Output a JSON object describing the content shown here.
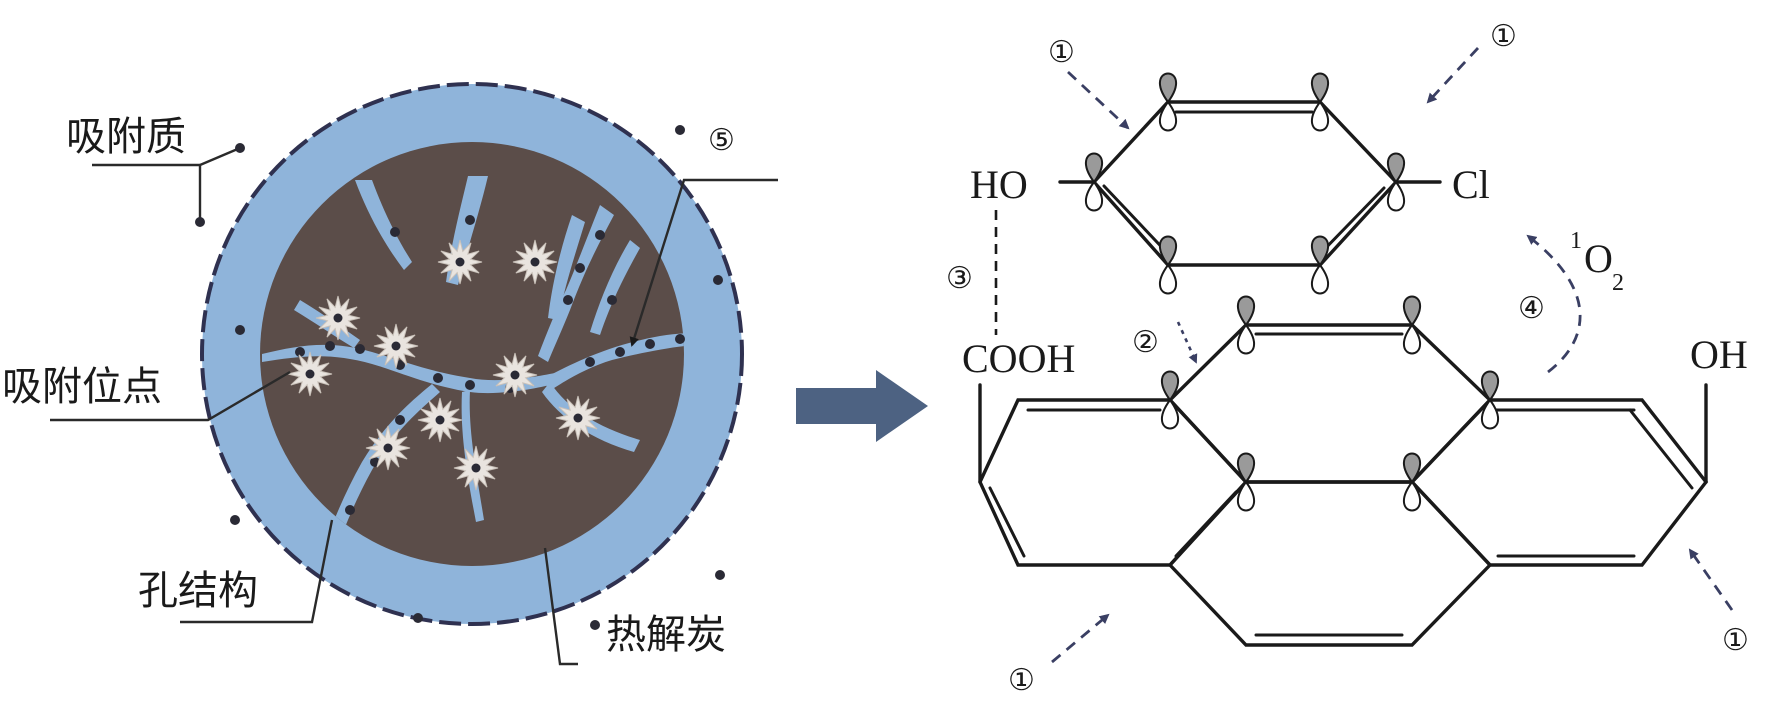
{
  "left_panel": {
    "labels": {
      "adsorbate": "吸附质",
      "adsorption_sites": "吸附位点",
      "pore_structure": "孔结构",
      "pyrolytic_carbon": "热解炭"
    },
    "marker_5": "⑤"
  },
  "right_panel": {
    "groups": {
      "ho": "HO",
      "cl": "Cl",
      "cooh": "COOH",
      "oh": "OH",
      "o2_sup": "1",
      "o2": "O",
      "o2_sub": "2"
    },
    "markers": {
      "m1": "①",
      "m2": "②",
      "m3": "③",
      "m4": "④"
    }
  },
  "colors": {
    "particle_shell": "#8fb4da",
    "particle_core": "#5b4d49",
    "pore_fill": "#8fb4da",
    "arrow": "#4d6282",
    "orbital": "#9a9a9a",
    "dashed_arrow": "#3a3f63"
  }
}
